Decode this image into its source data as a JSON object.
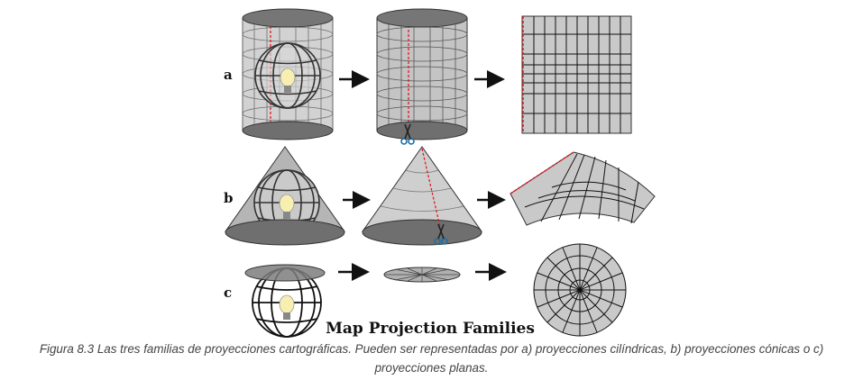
{
  "figure": {
    "title": "Map Projection Families",
    "rows": [
      {
        "label": "a"
      },
      {
        "label": "b"
      },
      {
        "label": "c"
      }
    ]
  },
  "caption": {
    "text": "Figura 8.3 Las tres familias de proyecciones cartográficas. Pueden ser representadas por a) proyecciones cilíndricas, b) proyecciones cónicas o c) proyecciones planas."
  },
  "colors": {
    "surface": "#b9b9b9",
    "surface_dark": "#6f6f6f",
    "outline": "#333333",
    "cut_line": "#e01b24",
    "bulb": "#f6efb0",
    "scissors": "#1d6fa5",
    "caption_text": "#444444"
  },
  "icons": [
    "arrow-right-icon",
    "scissors-icon",
    "light-bulb-icon",
    "globe-icon"
  ]
}
